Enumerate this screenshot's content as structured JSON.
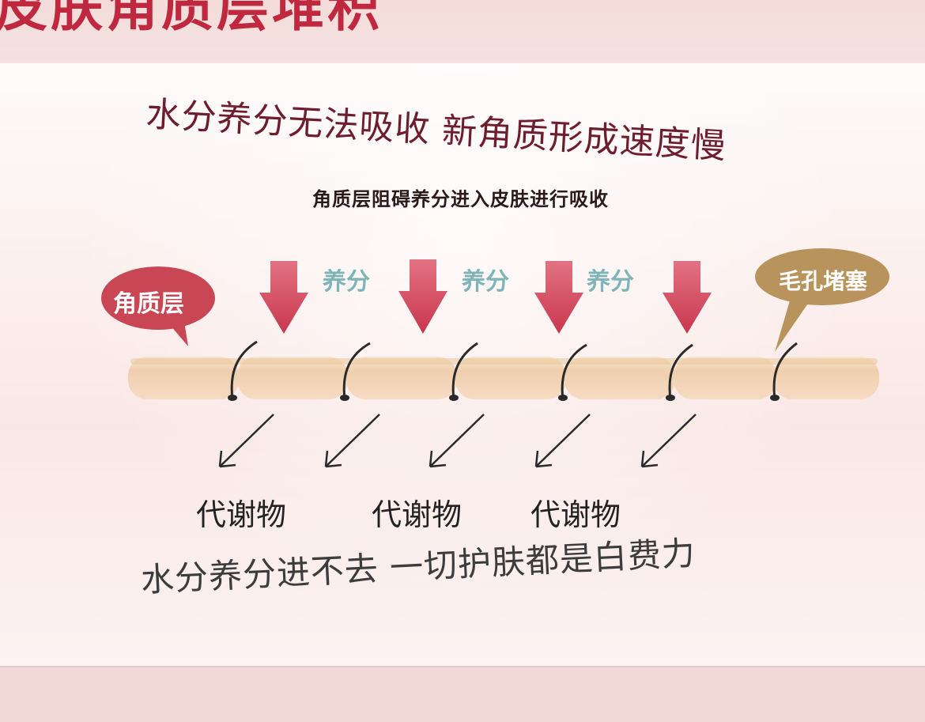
{
  "header": {
    "title_partial": "皮肤角质层堆积"
  },
  "headline": "水分养分无法吸收 新角质形成速度慢",
  "subline": "角质层阻碍养分进入皮肤进行吸收",
  "callouts": {
    "stratum_corneum": "角质层",
    "pore_clogged": "毛孔堵塞"
  },
  "nutrients": [
    "养分",
    "养分",
    "养分"
  ],
  "metabolites": [
    "代谢物",
    "代谢物",
    "代谢物"
  ],
  "conclusion": "水分养分进不去 一切护肤都是白费力",
  "colors": {
    "arrow": "#d24a5f",
    "bubble_red": "#c94655",
    "bubble_gold": "#b8935c",
    "nutrient_text": "#7fb3b6",
    "skin": "#f4d6b8"
  }
}
